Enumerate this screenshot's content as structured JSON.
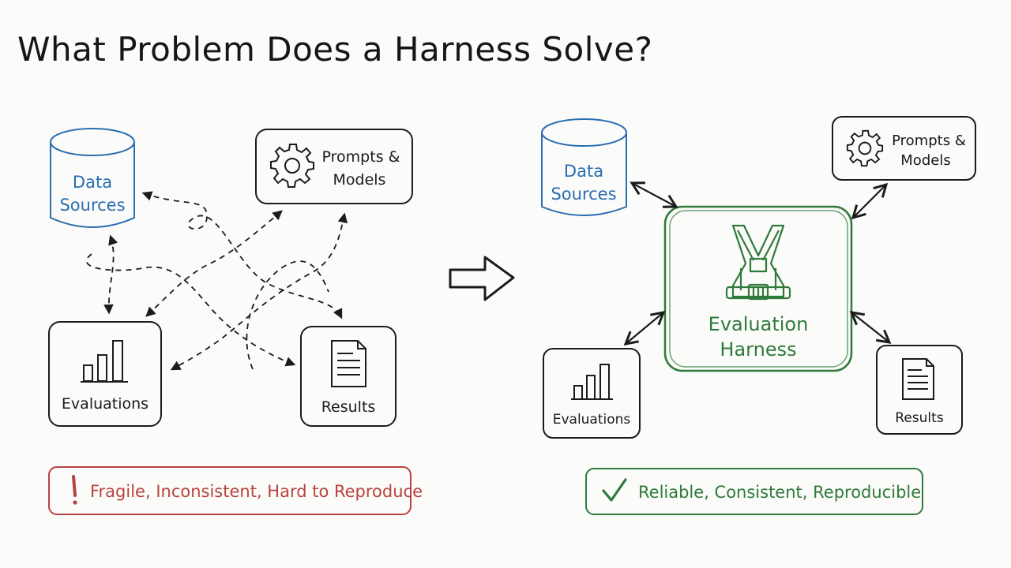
{
  "title": "What Problem Does a Harness Solve?",
  "left": {
    "data_sources": [
      "Data",
      "Sources"
    ],
    "prompts_models": [
      "Prompts &",
      "Models"
    ],
    "evaluations": "Evaluations",
    "results": "Results",
    "status": "Fragile, Inconsistent, Hard to Reproduce"
  },
  "right": {
    "data_sources": [
      "Data",
      "Sources"
    ],
    "prompts_models": [
      "Prompts &",
      "Models"
    ],
    "harness": [
      "Evaluation",
      "Harness"
    ],
    "evaluations": "Evaluations",
    "results": "Results",
    "status": "Reliable, Consistent, Reproducible"
  },
  "colors": {
    "blue": "#2a6db0",
    "green": "#2f7a3a",
    "red": "#b8433f",
    "ink": "#1b1b1b"
  },
  "icons": {
    "database": "cylinder-icon",
    "gear": "gear-icon",
    "chart": "bar-chart-icon",
    "document": "document-icon",
    "harness": "harness-icon",
    "warning": "exclamation-icon",
    "check": "checkmark-icon",
    "arrow": "right-arrow-icon"
  }
}
